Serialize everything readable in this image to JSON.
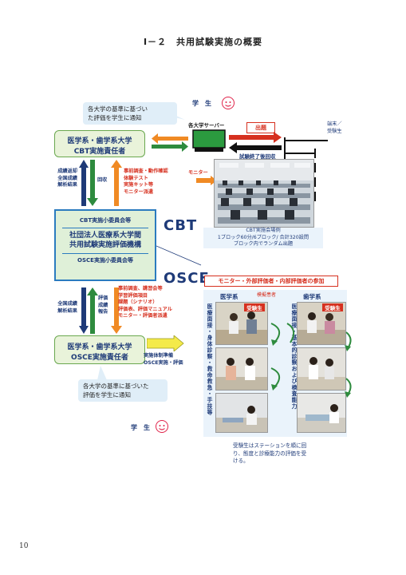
{
  "title": "Ⅰ－２　共用試験実施の概要",
  "cbt_section": {
    "notify_bubble": [
      "各大学の基準に基づい",
      "た評価を学生に通知"
    ],
    "student": "学　生",
    "server": "各大学サーバー",
    "question_label": "出題",
    "terminal_label": [
      "端末／",
      "受験生"
    ],
    "collect_label": "試験終了後回収",
    "monitor_label": "モニター",
    "univ_box": [
      "医学系・歯学系大学",
      "CBT実施責任者"
    ],
    "left_arrow_text": [
      "成績返却",
      "全国成績",
      "解析結果"
    ],
    "mid_arrow_text": "回収",
    "right_arrow_text": [
      "事前調査・動作確認",
      "体験テスト",
      "実施キット等",
      "モニター派遣"
    ],
    "photo_caption": [
      "CBT実施会場例",
      "1ブロック60分/6ブロック/ 合計320設問",
      "ブロック内でランダム出題"
    ]
  },
  "center_box": {
    "cbt_committee": "CBT実施小委員会等",
    "org_name": [
      "社団法人医療系大学間",
      "共用試験実施評価機構"
    ],
    "osce_committee": "OSCE実施小委員会等",
    "cbt_label": "CBT",
    "osce_label": "OSCE"
  },
  "osce_section": {
    "left_arrow_text": [
      "全国成績",
      "解析結果"
    ],
    "mid_arrow_text": [
      "評価",
      "成績",
      "報告"
    ],
    "right_arrow_text": [
      "事前調査、講習会等",
      "学習評価項目",
      "課題（シナリオ）",
      "評価表、評価マニュアル",
      "モニター・評価者派遣"
    ],
    "univ_box": [
      "医学系・歯学系大学",
      "OSCE実施責任者"
    ],
    "impl_label": [
      "実施体制準備",
      "OSCE実施・評価"
    ],
    "notify_bubble": [
      "各大学の基準に基づいた",
      "評価を学生に通知"
    ],
    "student": "学　生",
    "evaluator_box": "モニター・外部評価者・内部評価者の参加",
    "medical_label": "医学系",
    "dental_label": "歯学系",
    "sim_patient": "模擬患者",
    "examinee_tag": "受験生",
    "medical_vertical": [
      "医療面接・身体診察・救命救急・手技等"
    ],
    "dental_vertical": [
      "医療面接・基本的診察および検査能力"
    ],
    "station_note": [
      "受験生はステーションを順に回",
      "り、態度と診療能力の評価を受",
      "ける。"
    ]
  },
  "page_number": "10",
  "colors": {
    "green": "#2e8b3e",
    "orange": "#f08a24",
    "blue": "#1e3a78",
    "red": "#d6301f"
  }
}
